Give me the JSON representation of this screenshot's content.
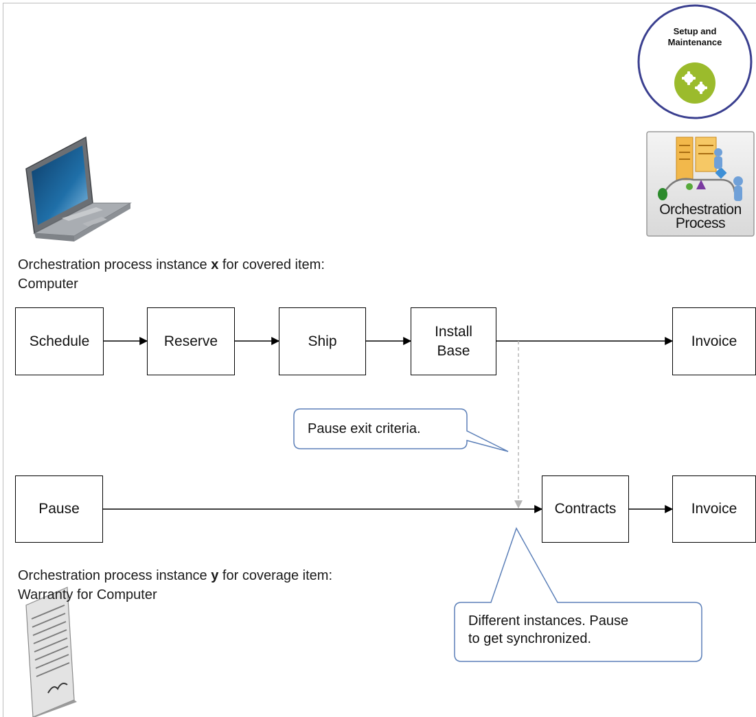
{
  "setup_badge": {
    "label": "Setup and\nMaintenance",
    "icon": "gears-icon"
  },
  "orchestration_tile": {
    "label": "Orchestration\nProcess",
    "icon": "orchestration-process-icon"
  },
  "device_icons": {
    "laptop": "laptop-icon",
    "document": "warranty-document-icon"
  },
  "process_x": {
    "caption_prefix": "Orchestration  process  instance ",
    "caption_id": "x",
    "caption_suffix": " for  covered  item:",
    "caption_line2": "Computer",
    "steps": [
      "Schedule",
      "Reserve",
      "Ship",
      "Install\nBase",
      "Invoice"
    ]
  },
  "process_y": {
    "caption_prefix": "Orchestration  process  instance ",
    "caption_id": "y",
    "caption_suffix": " for  coverage  item:",
    "caption_line2": "Warranty for Computer",
    "steps": [
      "Pause",
      "Contracts",
      "Invoice"
    ]
  },
  "callouts": {
    "pause_exit": "Pause exit criteria.",
    "sync_note": "Different  instances. Pause\nto get synchronized."
  },
  "colors": {
    "badge_ring": "#3a3f8f",
    "badge_green": "#9bbb2c",
    "line": "#000000",
    "dashed": "#b5b5b5",
    "callout_border": "#5b7fb8"
  }
}
